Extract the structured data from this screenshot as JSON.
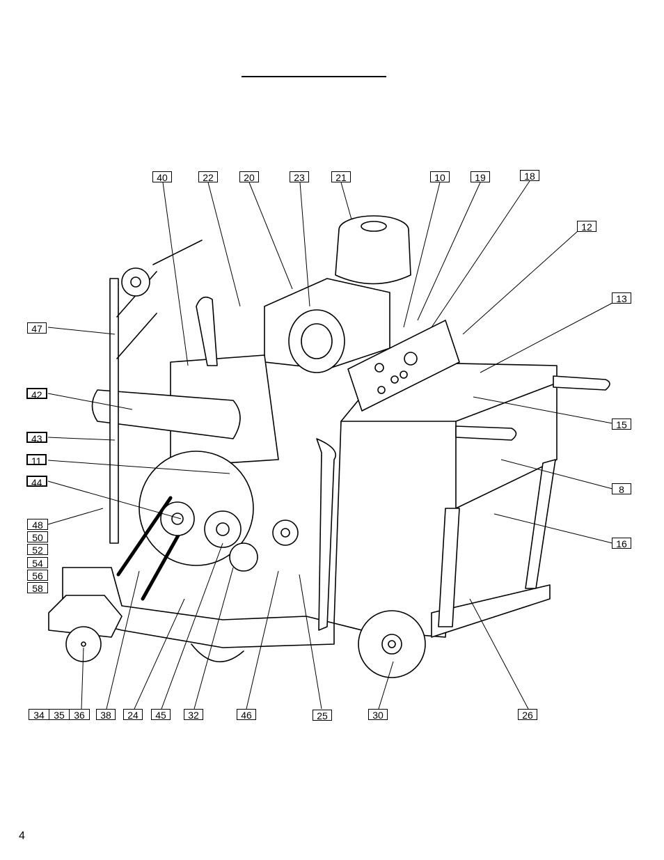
{
  "page": {
    "number": "4"
  },
  "callouts": [
    "40",
    "22",
    "20",
    "23",
    "21",
    "10",
    "19",
    "18",
    "12",
    "13",
    "47",
    "42",
    "43",
    "11",
    "44",
    "15",
    "8",
    "16",
    "48",
    "50",
    "52",
    "54",
    "56",
    "58",
    "34",
    "35",
    "36",
    "38",
    "24",
    "45",
    "32",
    "46",
    "25",
    "30",
    "26"
  ]
}
